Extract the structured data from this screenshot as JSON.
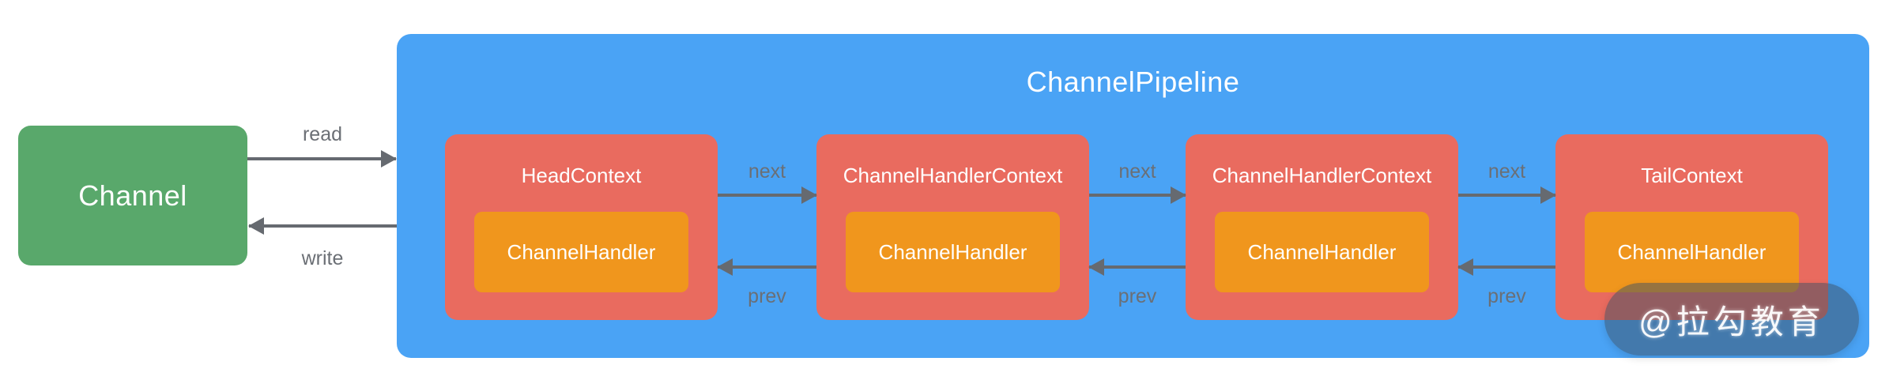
{
  "diagram": {
    "channel": {
      "label": "Channel"
    },
    "pipeline": {
      "title": "ChannelPipeline",
      "contexts": [
        {
          "label": "HeadContext",
          "handler": "ChannelHandler"
        },
        {
          "label": "ChannelHandlerContext",
          "handler": "ChannelHandler"
        },
        {
          "label": "ChannelHandlerContext",
          "handler": "ChannelHandler"
        },
        {
          "label": "TailContext",
          "handler": "ChannelHandler"
        }
      ]
    },
    "arrows": {
      "read_label": "read",
      "write_label": "write",
      "next_label": "next",
      "prev_label": "prev"
    },
    "watermark": "@拉勾教育"
  },
  "colors": {
    "channel_green": "#59A86B",
    "pipeline_blue": "#4AA3F5",
    "context_red": "#E96B5F",
    "handler_orange": "#F0961D",
    "arrow_gray": "#666A70",
    "label_gray": "#6B6F75",
    "text_white": "#FFFFFF"
  }
}
